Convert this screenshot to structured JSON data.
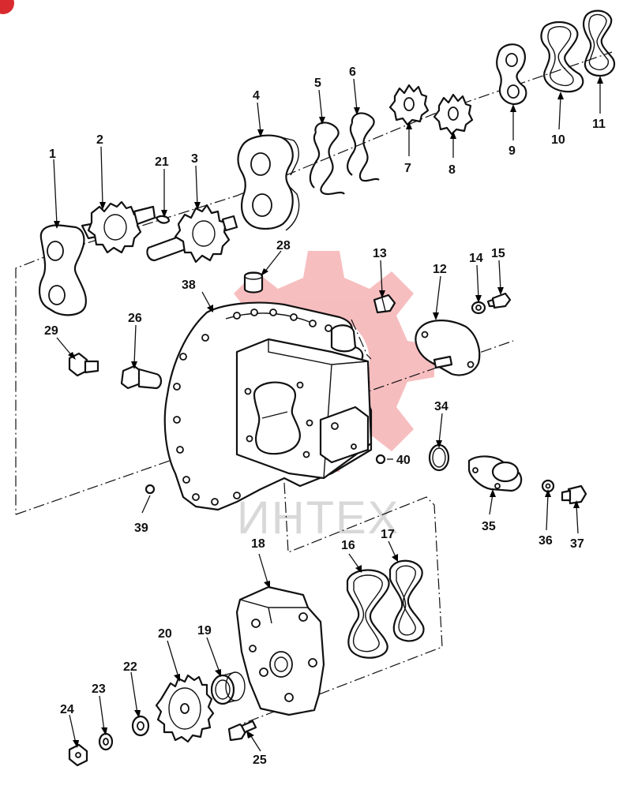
{
  "watermark": {
    "text": "ИНТЕХ",
    "color": "#e8454a"
  },
  "corner_badge": {
    "color": "#d92b2f"
  },
  "callouts": {
    "c1": "1",
    "c2": "2",
    "c3": "3",
    "c4": "4",
    "c5": "5",
    "c6": "6",
    "c7": "7",
    "c8": "8",
    "c9": "9",
    "c10": "10",
    "c11": "11",
    "c12": "12",
    "c13": "13",
    "c14": "14",
    "c15": "15",
    "c16": "16",
    "c17": "17",
    "c18": "18",
    "c19": "19",
    "c20": "20",
    "c21": "21",
    "c22": "22",
    "c23": "23",
    "c24": "24",
    "c25": "25",
    "c26": "26",
    "c28": "28",
    "c29": "29",
    "c34": "34",
    "c35": "35",
    "c36": "36",
    "c37": "37",
    "c38": "38",
    "c39": "39",
    "c40": "40"
  }
}
